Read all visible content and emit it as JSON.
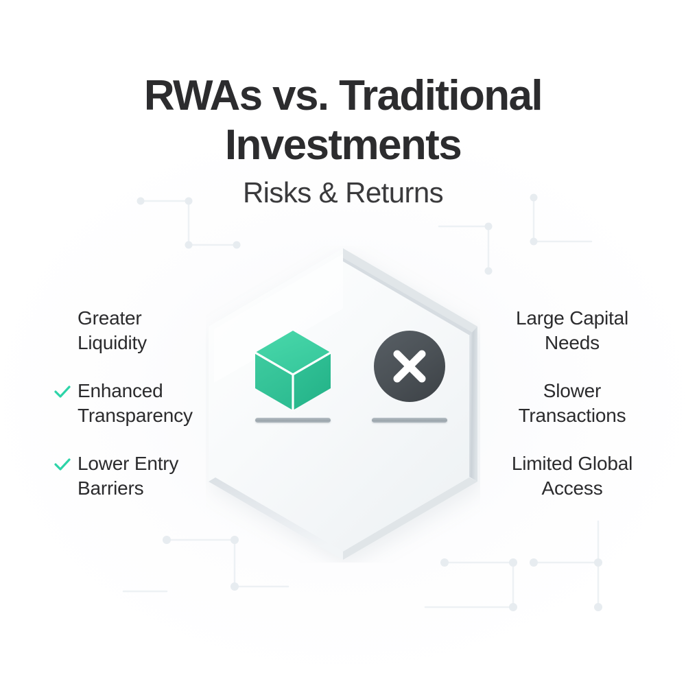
{
  "header": {
    "title_line1": "RWAs vs. Traditional",
    "title_line2": "Investments",
    "subtitle": "Risks & Returns"
  },
  "center": {
    "rwa": {
      "icon_name": "green-cube-icon",
      "icon_label": "cube"
    },
    "traditional": {
      "icon_name": "x-circle-icon",
      "icon_label": "x"
    }
  },
  "left_column": {
    "items": [
      {
        "label": "Greater\nLiquidity",
        "line1": "Greater",
        "line2": "Liquidity",
        "checked": false
      },
      {
        "label": "Enhanced\nTransparency",
        "line1": "Enhanced",
        "line2": "Transparency",
        "checked": true
      },
      {
        "label": "Lower Entry\nBarriers",
        "line1": "Lower Entry",
        "line2": "Barriers",
        "checked": true
      }
    ]
  },
  "right_column": {
    "items": [
      {
        "label": "Large Capital\nNeeds",
        "line1": "Large Capital",
        "line2": "Needs"
      },
      {
        "label": "Slower\nTransactions",
        "line1": "Slower",
        "line2": "Transactions"
      },
      {
        "label": "Limited Global\nAccess",
        "line1": "Limited Global",
        "line2": "Access"
      }
    ]
  },
  "colors": {
    "accent_green": "#2DD4A8",
    "cube_top": "#41D0A2",
    "cube_left": "#3BC89B",
    "cube_right": "#2CBD92",
    "x_circle": "#4A5055",
    "text_dark": "#2B2B2D",
    "bar_gray": "#A3ADB4",
    "hex_face": "#F7F9FA",
    "hex_bevel": "#CFD6DB",
    "circuit_line": "#EDF1F4",
    "background": "#FFFFFF"
  }
}
